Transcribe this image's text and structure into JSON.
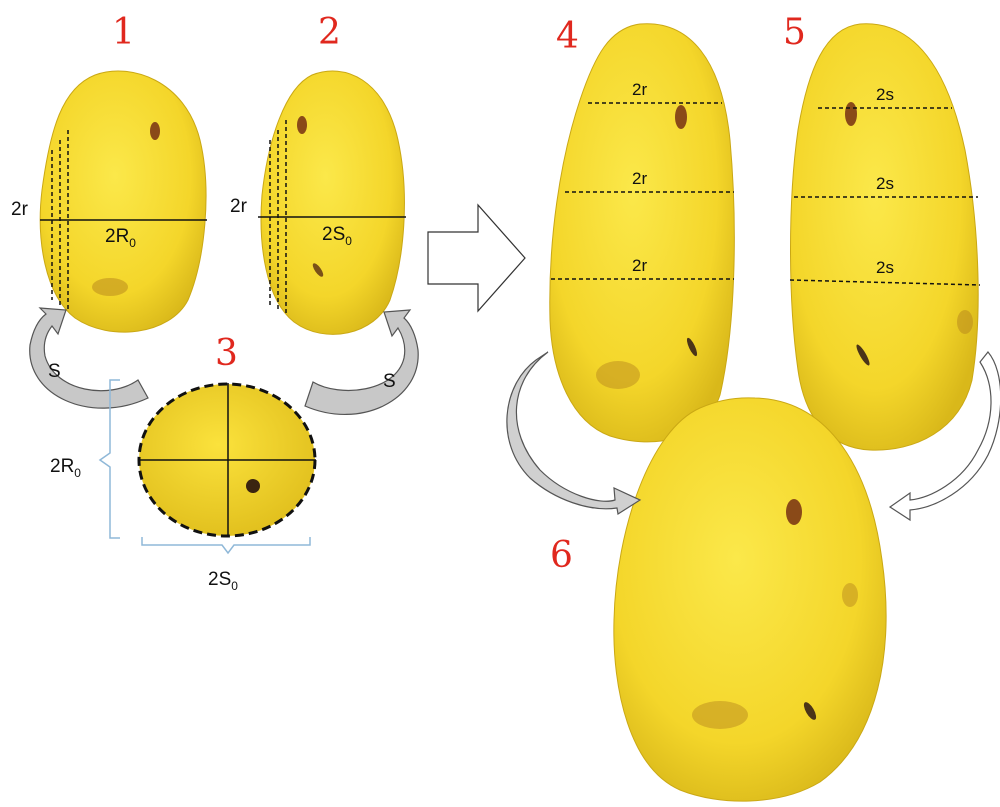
{
  "colors": {
    "fruit_fill": "#f7dc2e",
    "fruit_edge": "#c9a812",
    "number_red": "#e0281e",
    "bracket_blue": "#8fb8d8",
    "arrow_gray": "#c8c8c8"
  },
  "figure": {
    "numbers": {
      "n1": "1",
      "n2": "2",
      "n3": "3",
      "n4": "4",
      "n5": "5",
      "n6": "6"
    },
    "labels": {
      "fruit1_r": "2r",
      "fruit1_R": "2R",
      "fruit1_R_sub": "0",
      "fruit2_r": "2r",
      "fruit2_S": "2S",
      "fruit2_S_sub": "0",
      "arrow_left_s": "S",
      "arrow_right_s": "S",
      "cross_R": "2R",
      "cross_R_sub": "0",
      "cross_S": "2S",
      "cross_S_sub": "0",
      "fruit4_r1": "2r",
      "fruit4_r2": "2r",
      "fruit4_r3": "2r",
      "fruit5_s1": "2s",
      "fruit5_s2": "2s",
      "fruit5_s3": "2s"
    }
  }
}
